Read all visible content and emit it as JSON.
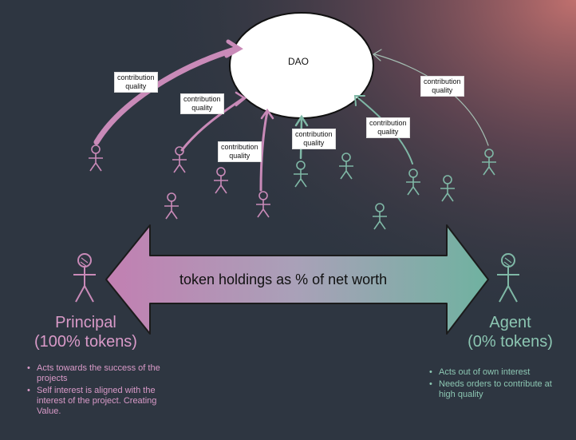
{
  "dao": {
    "label": "DAO"
  },
  "labels": {
    "contribution_quality": "contribution\nquality"
  },
  "arrow": {
    "text": "token holdings as % of net worth"
  },
  "principal": {
    "title": "Principal",
    "subtitle": "(100% tokens)",
    "bullets": [
      "Acts towards the success of the projects",
      "Self interest is aligned with the interest of the project. Creating Value."
    ]
  },
  "agent": {
    "title": "Agent",
    "subtitle": "(0% tokens)",
    "bullets": [
      "Acts out of own interest",
      "Needs orders to contribute at high quality"
    ]
  },
  "colors": {
    "background": "#2e3641",
    "glow": "#c0706e",
    "principal": "#c98ab8",
    "agent": "#7fb8a6",
    "principal_text": "#d99ac8",
    "agent_text": "#8cc6b2"
  },
  "icons": [
    "stick-figure-icon",
    "bidirectional-arrow-icon",
    "dao-cloud-icon"
  ]
}
